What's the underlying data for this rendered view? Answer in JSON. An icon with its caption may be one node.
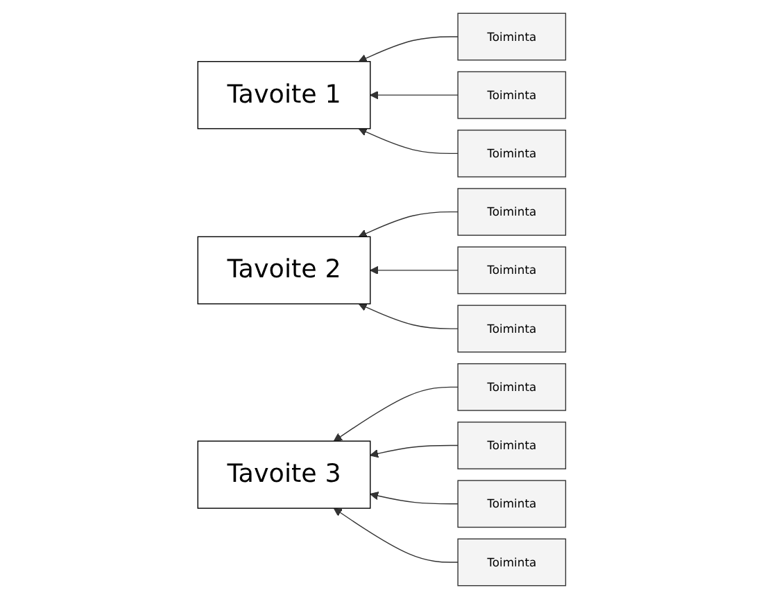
{
  "diagram": {
    "nodes": [
      {
        "text": [
          "Tavoite 1"
        ]
      },
      {
        "text": [
          "Toiminta"
        ]
      },
      {
        "text": [
          "Toiminta"
        ]
      },
      {
        "text": [
          "Toiminta"
        ]
      },
      {
        "text": [
          "Tavoite 2"
        ]
      },
      {
        "text": [
          "Toiminta"
        ]
      },
      {
        "text": [
          "Toiminta"
        ]
      },
      {
        "text": [
          "Toiminta"
        ]
      },
      {
        "text": [
          "Tavoite 3"
        ]
      },
      {
        "text": [
          "Toiminta"
        ]
      },
      {
        "text": [
          "Toiminta"
        ]
      },
      {
        "text": [
          "Toiminta"
        ]
      },
      {
        "text": [
          "Toiminta"
        ]
      }
    ],
    "edges": [
      {
        "from": 1,
        "to": 0,
        "arrow": "to"
      },
      {
        "from": 2,
        "to": 0,
        "arrow": "to"
      },
      {
        "from": 3,
        "to": 0,
        "arrow": "to"
      },
      {
        "from": 5,
        "to": 4,
        "arrow": "to"
      },
      {
        "from": 6,
        "to": 4,
        "arrow": "to"
      },
      {
        "from": 7,
        "to": 4,
        "arrow": "to"
      },
      {
        "from": 9,
        "to": 8,
        "arrow": "to"
      },
      {
        "from": 10,
        "to": 8,
        "arrow": "to"
      },
      {
        "from": 11,
        "to": 8,
        "arrow": "to"
      },
      {
        "from": 12,
        "to": 8,
        "arrow": "to"
      }
    ]
  }
}
